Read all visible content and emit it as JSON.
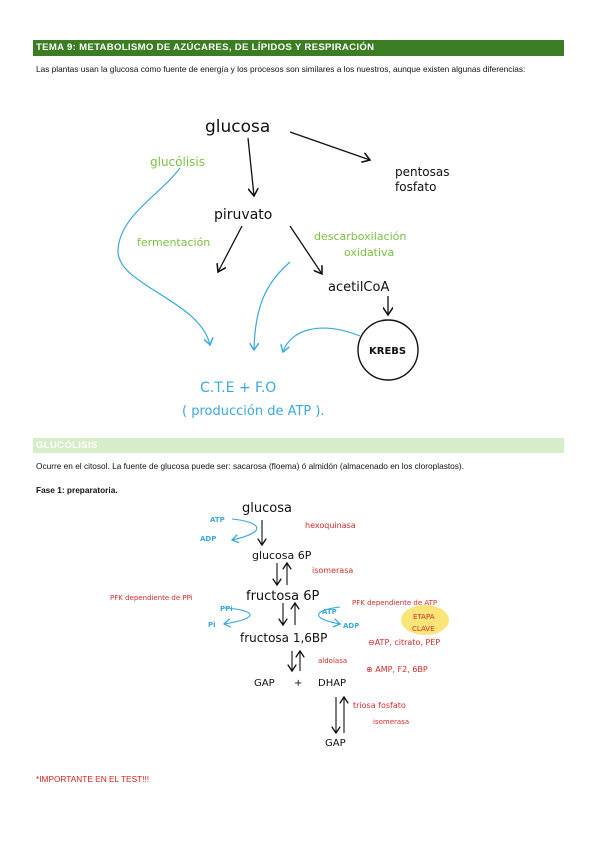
{
  "section1": {
    "title": "TEMA 9: METABOLISMO DE AZÚCARES, DE LÍPIDOS Y RESPIRACIÓN",
    "intro": "Las plantas usan la glucosa como fuente de energía y los procesos son similares a los nuestros, aunque existen algunas diferencias:"
  },
  "diagram1": {
    "glucosa": "glucosa",
    "glucolisis": "glucólisis",
    "pentosas1": "pentosas",
    "pentosas2": "fosfato",
    "piruvato": "piruvato",
    "fermentacion": "fermentación",
    "descarb1": "descarboxilación",
    "descarb2": "oxidativa",
    "acetilcoa": "acetilCoA",
    "krebs": "KREBS",
    "cte": "C.T.E  +  F.O",
    "produccion": "( producción  de  ATP )."
  },
  "section2": {
    "title": "GLUCÓLISIS",
    "paragraph": "Ocurre en el citosol. La fuente de glucosa puede ser: sacarosa (floema) ó almidón (almacenado en los cloroplastos).",
    "fase": "Fase 1: preparatoria."
  },
  "diagram2": {
    "glucosa": "glucosa",
    "atp": "ATP",
    "adp": "ADP",
    "hexoquinasa": "hexoquinasa",
    "glucosa6p": "glucosa  6P",
    "isomerasa": "isomerasa",
    "fructosa6p": "fructosa  6P",
    "pfk_ppi": "PFK  dependiente  de  PPi",
    "ppi": "PPi",
    "pi": "Pi",
    "atp2": "ATP",
    "adp2": "ADP",
    "pfk_atp": "PFK  dependiente  de  ATP",
    "etapa1": "ETAPA",
    "etapa2": "CLAVE",
    "fructosa16bp": "fructosa  1,6BP",
    "inhib": "⊖ATP, citrato, PEP",
    "aldolasa": "aldolasa",
    "activ": "⊕ AMP, F2, 6BP",
    "gap": "GAP",
    "plus": "+",
    "dhap": "DHAP",
    "triosa1": "triosa  fosfato",
    "triosa2": "isomerasa",
    "gap2": "GAP"
  },
  "note": "*IMPORTANTE EN EL TEST!!!"
}
